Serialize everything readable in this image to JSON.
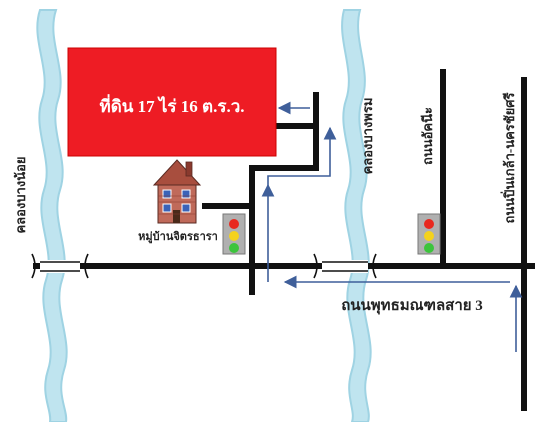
{
  "map": {
    "land_plot": {
      "label": "ที่ดิน 17 ไร่ 16 ต.ร.ว.",
      "color": "#ee1c24"
    },
    "village": {
      "label": "หมู่บ้านจิตรธารา"
    },
    "canals": {
      "left": "คลองบางน้อย",
      "middle": "คลองบางพรม"
    },
    "roads": {
      "main": "ถนนพุทธมณฑลสาย 3",
      "right_1": "ถนนอัคนีะ",
      "right_2": "ถนนปิ่นเกล้า-นครชัยศรี"
    },
    "colors": {
      "water": "#bfe4ef",
      "water_edge": "#9fd3e3",
      "road": "#111111",
      "arrow": "#3f5f9a",
      "light_box": "#b0b0b0"
    }
  }
}
